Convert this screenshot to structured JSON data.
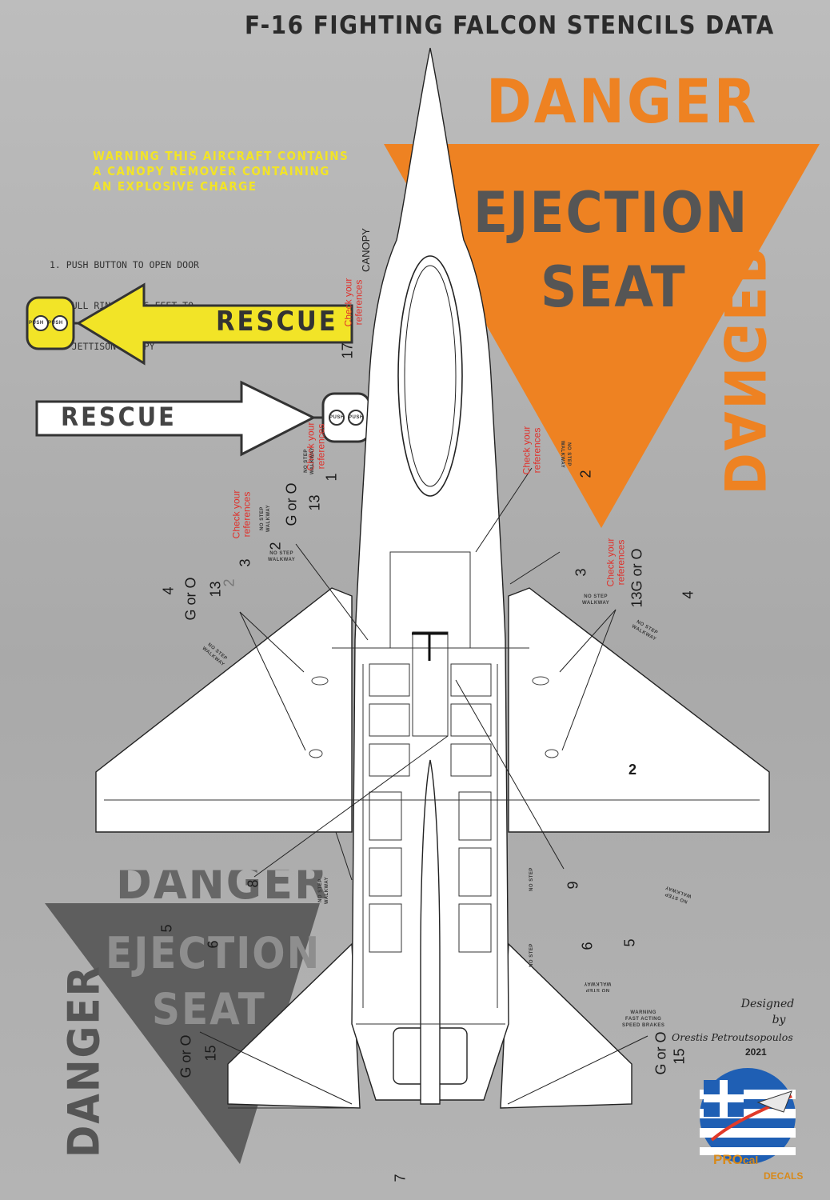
{
  "title": "F-16 FIGHTING FALCON STENCILS DATA",
  "danger_word": "DANGER",
  "ejection_label": "EJECTION",
  "seat_label": "SEAT",
  "warning_lines": [
    "WARNING THIS AIRCRAFT CONTAINS",
    "A CANOPY REMOVER  CONTAINING",
    "AN EXPLOSIVE  CHARGE"
  ],
  "instructions": [
    "1. PUSH BUTTON TO OPEN DOOR",
    "2. PULL RING OUT 6 FEET TO",
    "    JETTISON CANOPY"
  ],
  "rescue_label": "RESCUE",
  "push_label": "PUSH",
  "canopy_label": "CANOPY",
  "check_refs_lines": [
    "Check your",
    "references"
  ],
  "no_step": "NO STEP",
  "walkway": "WALKWAY",
  "warning_small": "WARNING",
  "fast_acting": "FAST ACTING",
  "speed_brakes": "SPEED BRAKES",
  "ref_numbers": {
    "n1": "1",
    "n2": "2",
    "n3": "3",
    "n4": "4",
    "n5": "5",
    "n6": "6",
    "n7": "7",
    "n8": "8",
    "n9": "9",
    "n13": "13",
    "n15": "15",
    "n17": "17",
    "g_or_o": "G or O",
    "g13_or_o": "13G or O"
  },
  "credits": {
    "designed": "Designed",
    "by": "by",
    "name": "Orestis Petroutsopoulos",
    "year": "2021"
  },
  "logo": {
    "text_pro": "PRO",
    "text_cal": "cal",
    "text_decals": "DECALS"
  },
  "colors": {
    "orange": "#ee8222",
    "yellow": "#f2e427",
    "dark_gray": "#5a5a5a",
    "mid_gray": "#777777",
    "background": "#b0b0b0"
  }
}
